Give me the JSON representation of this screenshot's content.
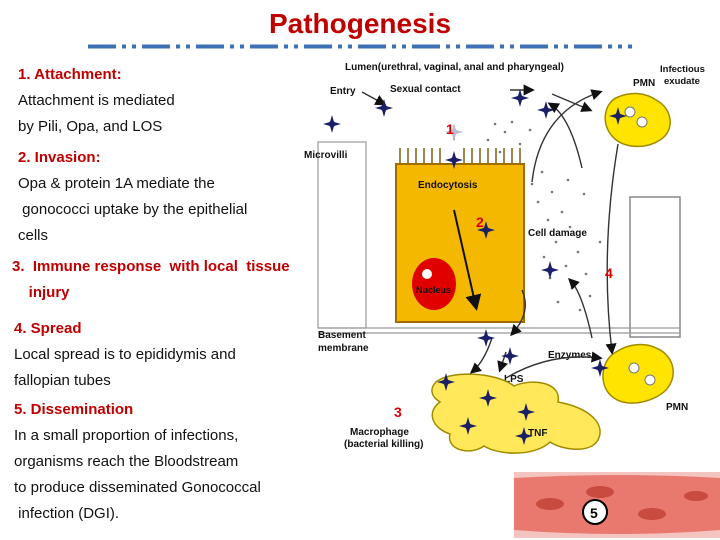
{
  "title": "Pathogenesis",
  "steps": [
    {
      "heading": "1.  Attachment:",
      "lines": [
        "Attachment is mediated",
        "by Pili, Opa, and LOS"
      ]
    },
    {
      "heading": "2.  Invasion:",
      "lines": [
        "Opa & protein 1A mediate the",
        " gonococci uptake by the epithelial",
        "cells"
      ]
    },
    {
      "heading": "3.  Immune response  with local  tissue",
      "lines": [
        "    injury"
      ]
    },
    {
      "heading": "4.  Spread",
      "lines": [
        "Local spread is to epididymis and",
        "fallopian tubes"
      ]
    },
    {
      "heading": "5.  Dissemination",
      "lines": [
        "In a small proportion of infections,",
        "organisms reach the Bloodstream",
        "to produce disseminated Gonococcal",
        " infection (DGI)."
      ]
    }
  ],
  "diagram": {
    "lumen_label": "Lumen(urethral, vaginal, anal and pharyngeal)",
    "entry": "Entry",
    "sexual_contact": "Sexual contact",
    "microvilli": "Microvilli",
    "endocytosis": "Endocytosis",
    "nucleus": "Nucleus",
    "cell_damage": "Cell damage",
    "basement_membrane": [
      "Basement",
      "membrane"
    ],
    "lps": "LPS",
    "enzymes": "Enzymes",
    "pmn_top": "PMN",
    "infectious_exudate": [
      "Infectious",
      "exudate"
    ],
    "pmn_bottom": "PMN",
    "macrophage": [
      "Macrophage",
      "(bacterial killing)"
    ],
    "tnf": "TNF",
    "markers": [
      "1",
      "2",
      "3",
      "4",
      "5"
    ],
    "colors": {
      "accent": "#c00000",
      "cell": "#f5b800",
      "pmn": "#ffe400",
      "macrophage": "#ffe95a",
      "marker": "#e00000",
      "rule": "#3f6fb5",
      "vessel": "#e9796f"
    }
  }
}
